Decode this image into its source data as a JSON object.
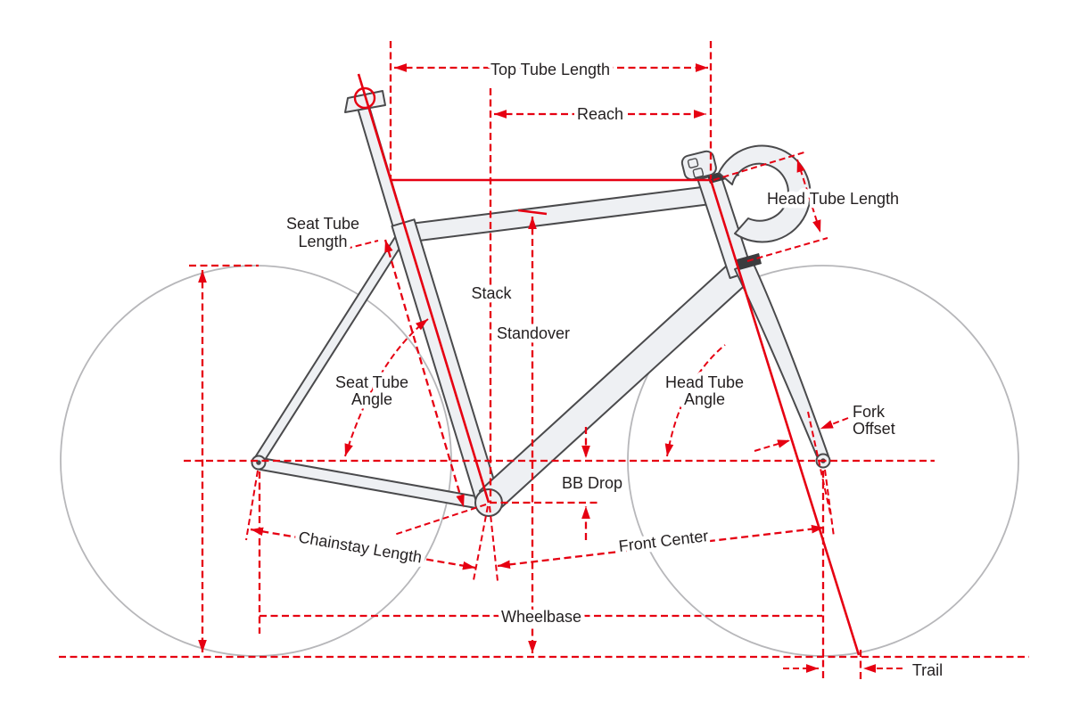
{
  "colors": {
    "dimension_red": "#e60012",
    "frame_fill": "#eef0f3",
    "frame_outline": "#4a4a4c",
    "wheel_gray": "#b7b7ba",
    "text": "#231f20",
    "background": "#ffffff"
  },
  "labels": {
    "top_tube_length": "Top Tube Length",
    "reach": "Reach",
    "head_tube_length": "Head Tube Length",
    "seat_tube_length_line1": "Seat Tube",
    "seat_tube_length_line2": "Length",
    "stack": "Stack",
    "standover": "Standover",
    "seat_tube_angle_line1": "Seat Tube",
    "seat_tube_angle_line2": "Angle",
    "head_tube_angle_line1": "Head Tube",
    "head_tube_angle_line2": "Angle",
    "fork_offset_line1": "Fork",
    "fork_offset_line2": "Offset",
    "bb_drop": "BB Drop",
    "chainstay_length": "Chainstay Length",
    "front_center": "Front Center",
    "wheelbase": "Wheelbase",
    "trail": "Trail"
  }
}
